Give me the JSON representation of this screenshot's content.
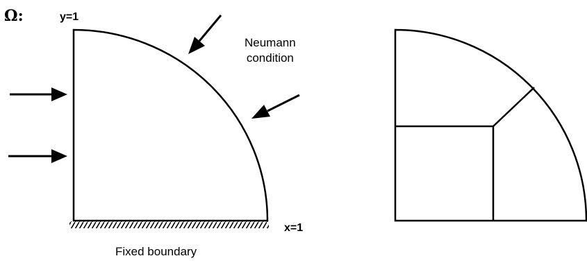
{
  "labels": {
    "domain_symbol": "Ω:",
    "y_label": "y=1",
    "x_label": "x=1",
    "neumann_line1": "Neumann",
    "neumann_line2": "condition",
    "fixed_boundary": "Fixed boundary"
  },
  "colors": {
    "stroke": "#000000",
    "background": "#ffffff"
  }
}
